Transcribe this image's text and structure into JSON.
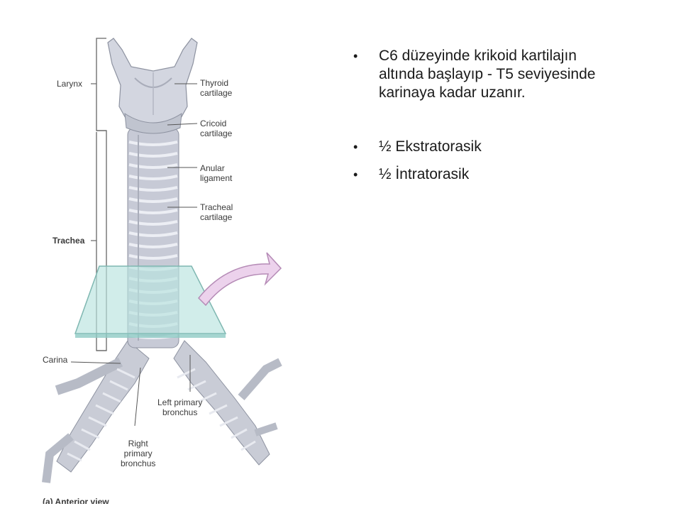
{
  "figure": {
    "labels": {
      "larynx": "Larynx",
      "trachea": "Trachea",
      "carina": "Carina",
      "thyroid": "Thyroid\ncartilage",
      "cricoid": "Cricoid\ncartilage",
      "anular": "Anular\nligament",
      "tracheal": "Tracheal\ncartilage",
      "left_bronchus": "Left primary\nbronchus",
      "right_bronchus": "Right\nprimary\nbronchus",
      "caption": "(a) Anterior view"
    }
  },
  "bullets": [
    "C6 düzeyinde krikoid kartilajın altında başlayıp  - T5 seviyesinde karinaya kadar uzanır.",
    "½ Ekstratorasik",
    "½ İntratorasik"
  ],
  "bullet_symbol": "•"
}
